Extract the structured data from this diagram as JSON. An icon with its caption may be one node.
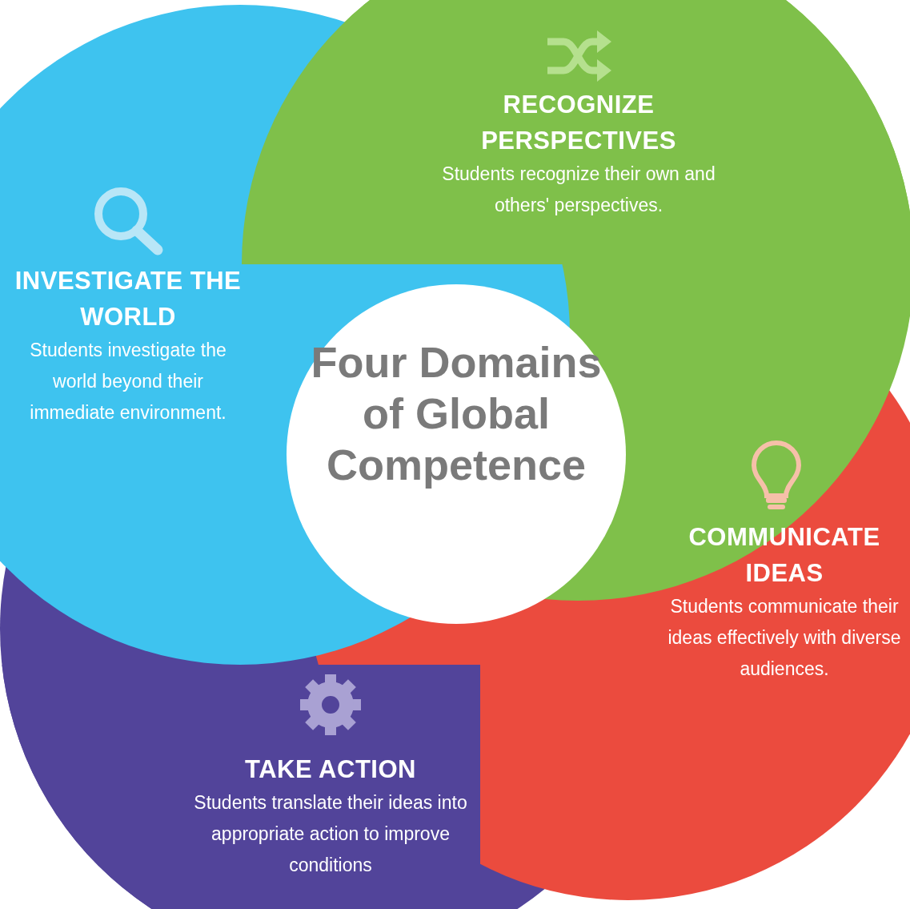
{
  "diagram": {
    "nodes": [
      {
        "text": [
          "Four Domains of Global Competence"
        ]
      },
      {
        "text": [
          "RECOGNIZE PERSPECTIVES",
          "Students recognize their own and others' perspectives."
        ]
      },
      {
        "text": [
          "INVESTIGATE THE WORLD",
          "Students investigate the world beyond their immediate environment."
        ]
      },
      {
        "text": [
          "COMMUNICATE IDEAS",
          "Students communicate their ideas effectively with diverse audiences."
        ]
      },
      {
        "text": [
          "TAKE ACTION",
          "Students translate their ideas into appropriate action to improve conditions"
        ]
      }
    ]
  }
}
